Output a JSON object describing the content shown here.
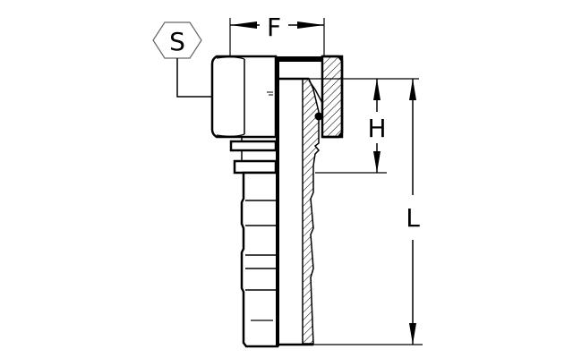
{
  "drawing": {
    "dimensions": {
      "hex": "S",
      "thread": "F",
      "height": "H",
      "length": "L"
    },
    "colors": {
      "line": "#000000",
      "background": "#ffffff"
    }
  }
}
